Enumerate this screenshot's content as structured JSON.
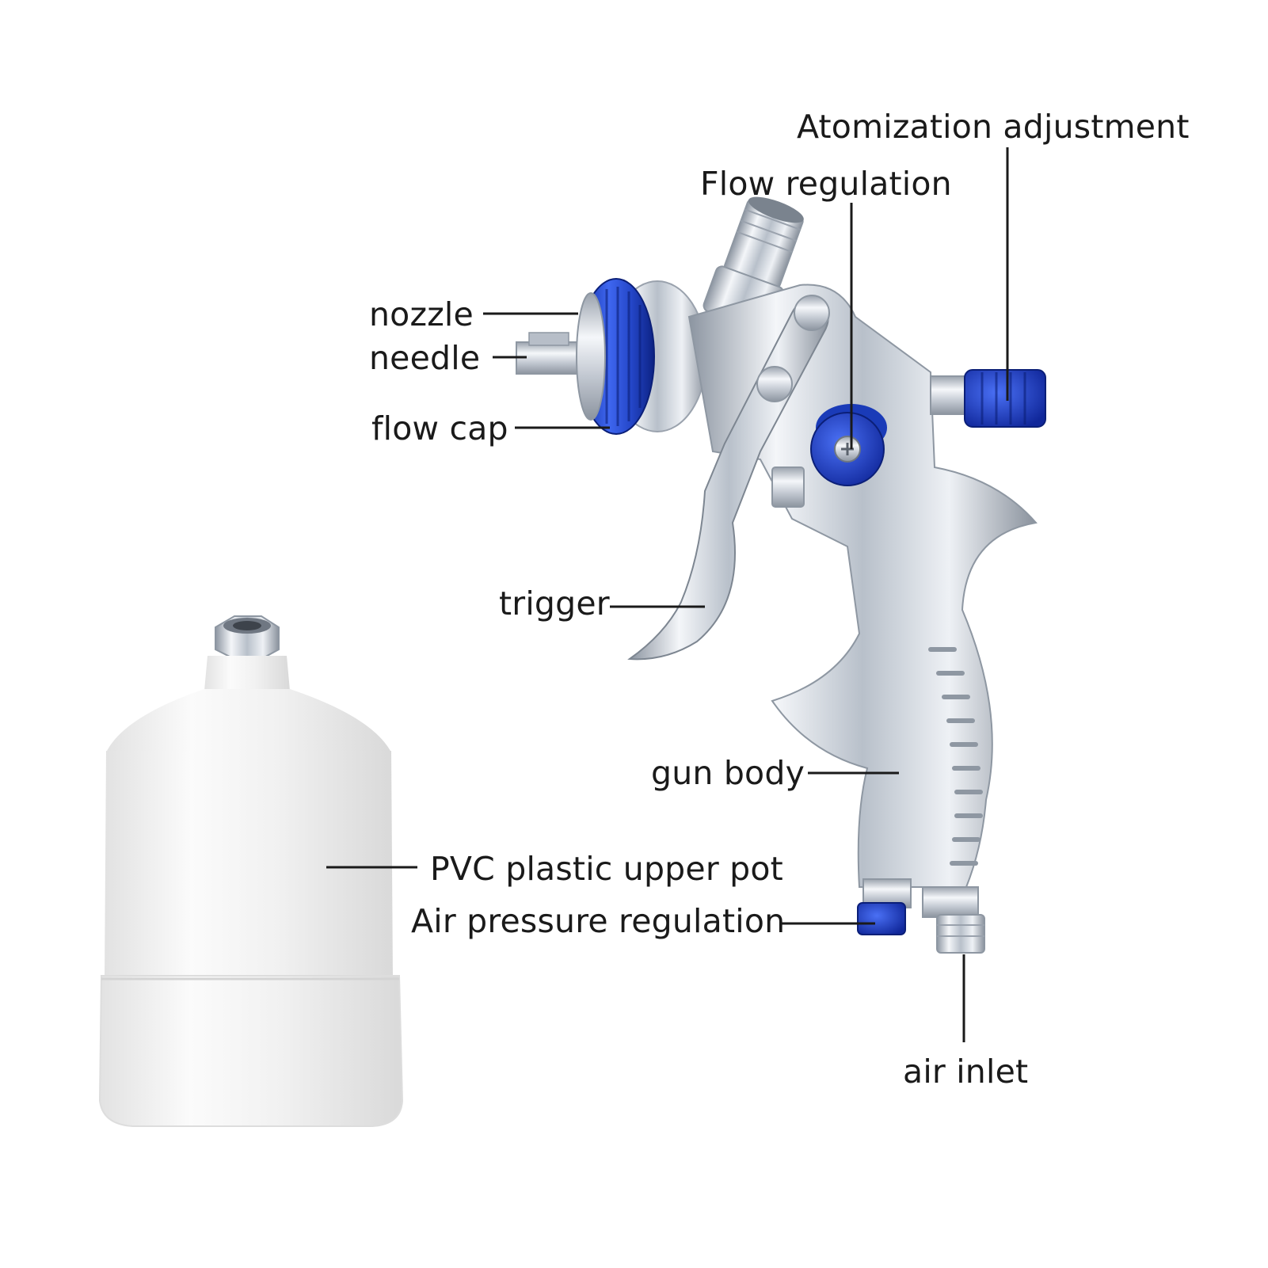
{
  "labels": {
    "atomization": "Atomization adjustment",
    "flow_regulation": "Flow regulation",
    "nozzle": "nozzle",
    "needle": "needle",
    "flow_cap": "flow cap",
    "trigger": "trigger",
    "gun_body": "gun body",
    "pvc_pot": "PVC plastic upper pot",
    "air_pressure": "Air pressure regulation",
    "air_inlet": "air inlet"
  },
  "colors": {
    "background": "#ffffff",
    "text": "#1a1a1a",
    "leader_line": "#1a1a1a",
    "accent_blue": "#2c4fd6",
    "chrome": "#c9cfd8",
    "plastic_pot": "#f3f3f3"
  },
  "icons": {
    "gun": "spray-gun-illustration",
    "pot": "plastic-pot-illustration"
  }
}
